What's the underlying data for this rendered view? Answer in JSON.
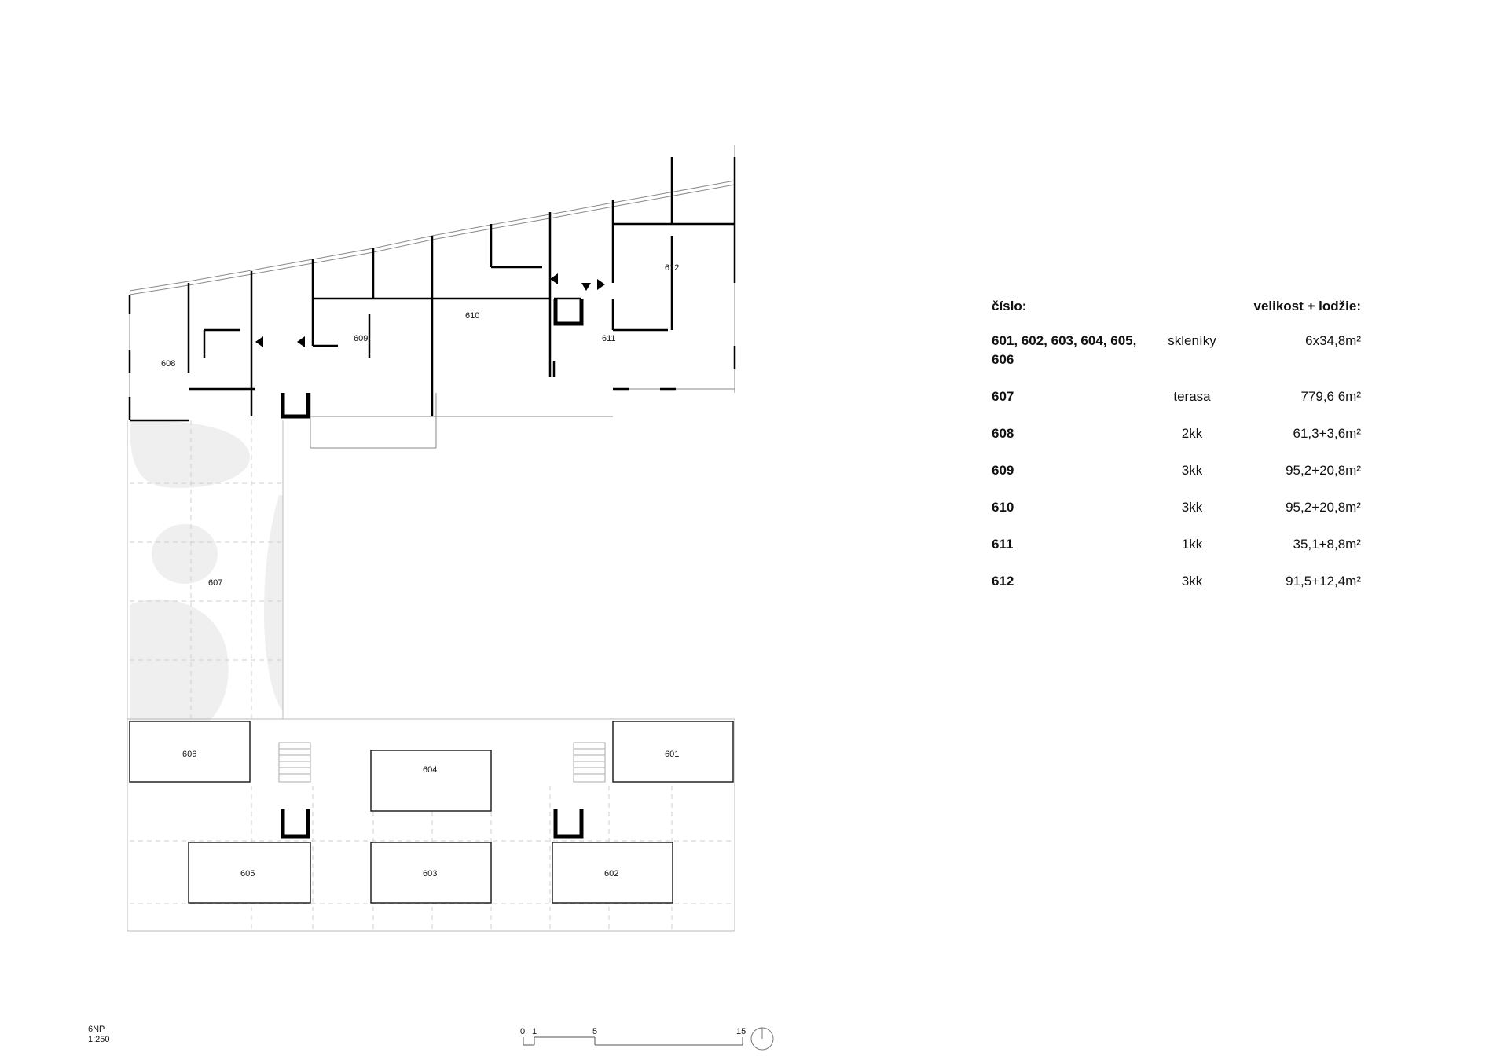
{
  "plan": {
    "units": [
      {
        "id": "608",
        "label": "608"
      },
      {
        "id": "609",
        "label": "609"
      },
      {
        "id": "610",
        "label": "610"
      },
      {
        "id": "611",
        "label": "611"
      },
      {
        "id": "612",
        "label": "612"
      },
      {
        "id": "607",
        "label": "607"
      },
      {
        "id": "606",
        "label": "606"
      },
      {
        "id": "604",
        "label": "604"
      },
      {
        "id": "601",
        "label": "601"
      },
      {
        "id": "605",
        "label": "605"
      },
      {
        "id": "603",
        "label": "603"
      },
      {
        "id": "602",
        "label": "602"
      }
    ]
  },
  "legend": {
    "col_number": "číslo:",
    "col_size": "velikost + lodžie:",
    "rows": [
      {
        "number": "601, 602, 603, 604, 605, 606",
        "type": "skleníky",
        "size": "6x34,8m²"
      },
      {
        "number": "607",
        "type": "terasa",
        "size": "779,6 6m²"
      },
      {
        "number": "608",
        "type": "2kk",
        "size": "61,3+3,6m²"
      },
      {
        "number": "609",
        "type": "3kk",
        "size": "95,2+20,8m²"
      },
      {
        "number": "610",
        "type": "3kk",
        "size": "95,2+20,8m²"
      },
      {
        "number": "611",
        "type": "1kk",
        "size": "35,1+8,8m²"
      },
      {
        "number": "612",
        "type": "3kk",
        "size": "91,5+12,4m²"
      }
    ]
  },
  "sheet": {
    "floor": "6NP",
    "scale": "1:250"
  },
  "scalebar": {
    "ticks": [
      "0",
      "1",
      "5",
      "15"
    ]
  }
}
